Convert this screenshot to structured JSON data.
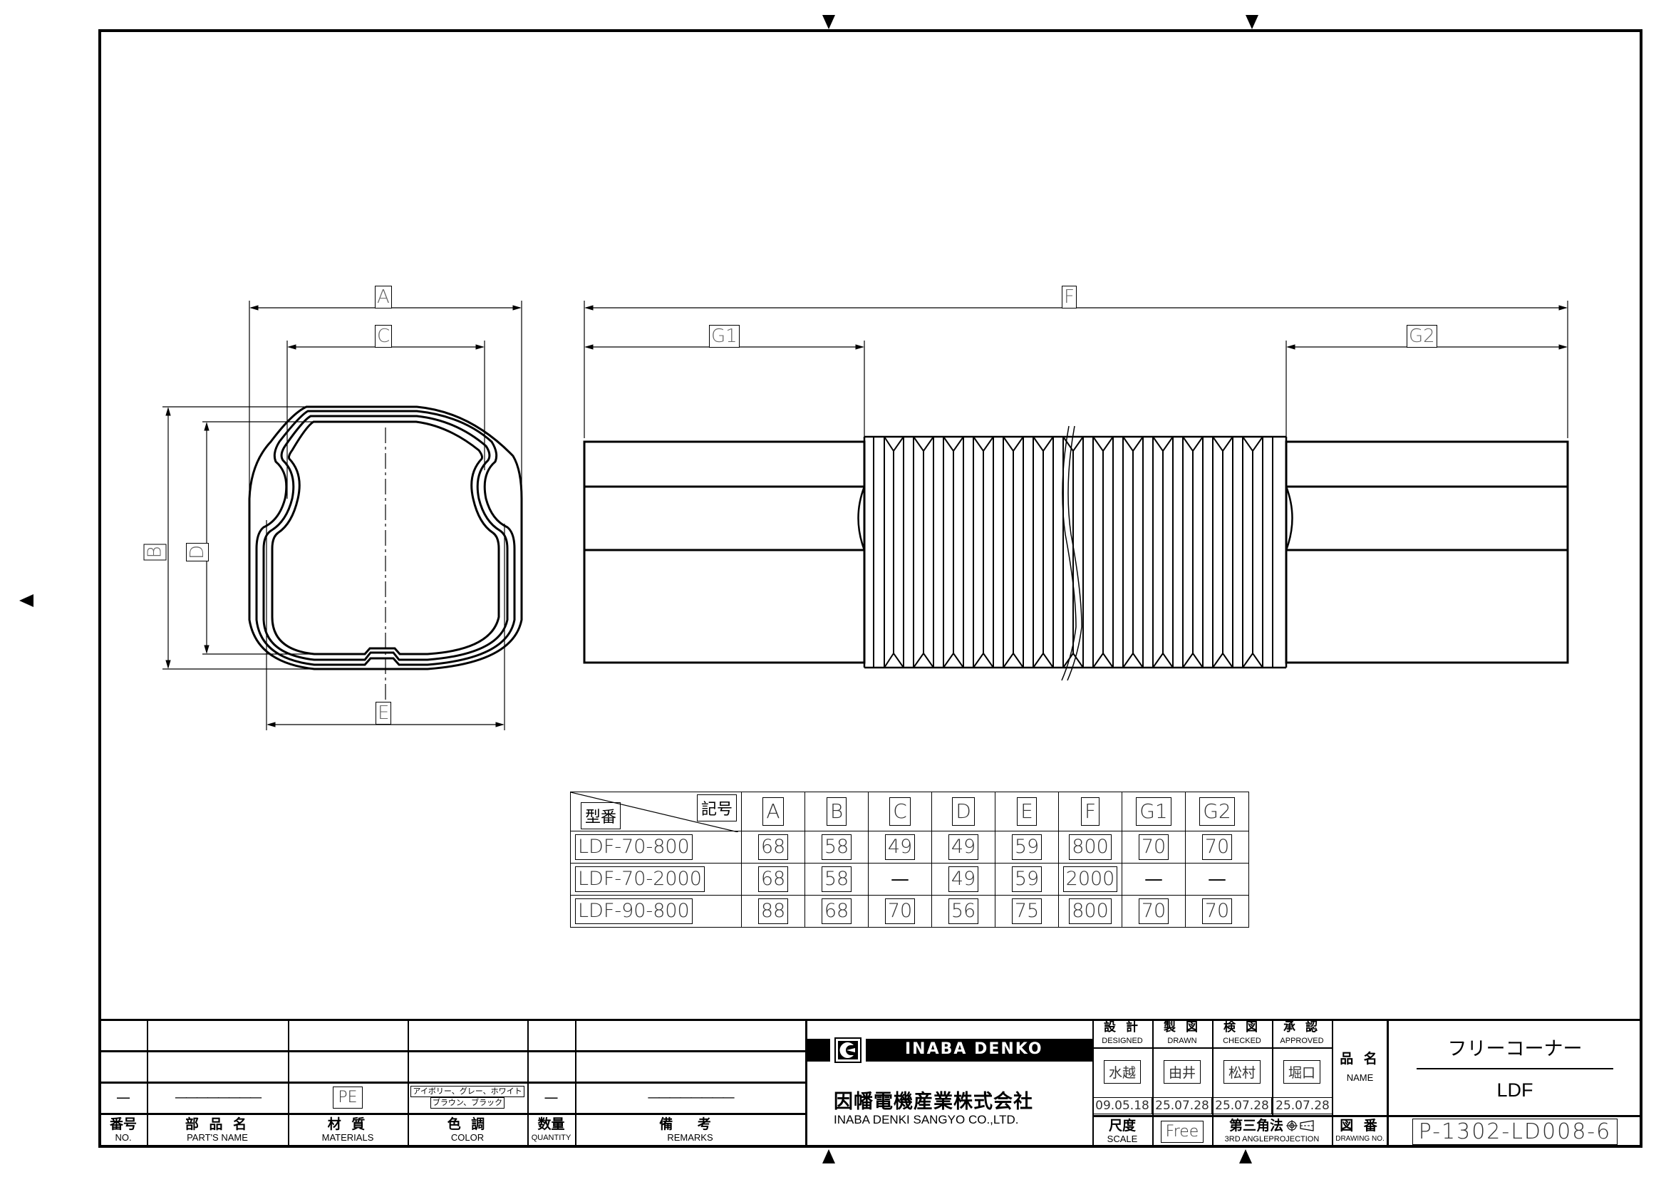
{
  "drawing": {
    "dimension_labels": {
      "A": "A",
      "B": "B",
      "C": "C",
      "D": "D",
      "E": "E",
      "F": "F",
      "G1": "G1",
      "G2": "G2"
    }
  },
  "spec_table": {
    "corner_model_label": "型番",
    "corner_symbol_label": "記号",
    "columns": [
      "A",
      "B",
      "C",
      "D",
      "E",
      "F",
      "G1",
      "G2"
    ],
    "rows": [
      {
        "model": "LDF-70-800",
        "values": [
          "68",
          "58",
          "49",
          "49",
          "59",
          "800",
          "70",
          "70"
        ]
      },
      {
        "model": "LDF-70-2000",
        "values": [
          "68",
          "58",
          "—",
          "49",
          "59",
          "2000",
          "—",
          "—"
        ]
      },
      {
        "model": "LDF-90-800",
        "values": [
          "88",
          "68",
          "70",
          "56",
          "75",
          "800",
          "70",
          "70"
        ]
      }
    ]
  },
  "parts_list": {
    "row": {
      "no": "—",
      "part_name": "————————",
      "material": "PE",
      "color_line1": "アイボリー、グレー、ホワイト",
      "color_line2": "ブラウン、ブラック",
      "quantity": "—",
      "remarks": "————————"
    },
    "headers": {
      "no_jp": "番号",
      "no_en": "NO.",
      "part_name_jp": "部 品 名",
      "part_name_en": "PART'S NAME",
      "material_jp": "材 質",
      "material_en": "MATERIALS",
      "color_jp": "色 調",
      "color_en": "COLOR",
      "quantity_jp": "数量",
      "quantity_en": "QUANTITY",
      "remarks_jp": "備 考",
      "remarks_en": "REMARKS"
    }
  },
  "company": {
    "logo_text": "INABA DENKO",
    "name_jp": "因幡電機産業株式会社",
    "name_en": "INABA DENKI SANGYO CO.,LTD."
  },
  "approvals": [
    {
      "role_jp": "設 計",
      "role_en": "DESIGNED",
      "name": "水越",
      "date": "09.05.18"
    },
    {
      "role_jp": "製 図",
      "role_en": "DRAWN",
      "name": "由井",
      "date": "25.07.28"
    },
    {
      "role_jp": "検 図",
      "role_en": "CHECKED",
      "name": "松村",
      "date": "25.07.28"
    },
    {
      "role_jp": "承 認",
      "role_en": "APPROVED",
      "name": "堀口",
      "date": "25.07.28"
    }
  ],
  "scale": {
    "label_jp": "尺度",
    "label_en": "SCALE",
    "value": "Free"
  },
  "projection": {
    "label_jp": "第三角法",
    "label_en": "3RD ANGLEPROJECTION"
  },
  "product": {
    "name_label_jp": "品 名",
    "name_label_en": "NAME",
    "name_jp": "フリーコーナー",
    "code": "LDF"
  },
  "drawing_number": {
    "label_jp": "図 番",
    "label_en": "DRAWING NO.",
    "value": "P-1302-LD008-6"
  }
}
